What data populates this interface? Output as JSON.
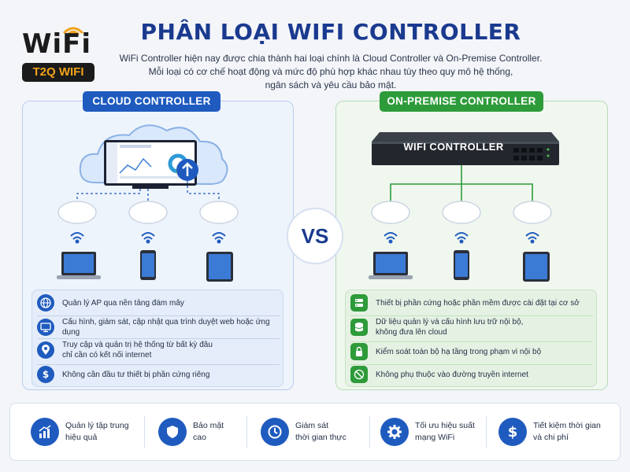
{
  "logo": {
    "top": "WiFi",
    "badge": "T2Q WIFI"
  },
  "title": "PHÂN LOẠI WIFI CONTROLLER",
  "subtitle": {
    "line1": "WiFi Controller hiện nay được chia thành hai loại chính là Cloud Controller và On-Premise Controller.",
    "line2": "Mỗi loại có cơ chế hoạt động và mức độ phù hợp khác nhau tùy theo quy mô hệ thống,",
    "line3": "ngân sách và yêu cầu bảo mật."
  },
  "left": {
    "label": "CLOUD CONTROLLER",
    "features": [
      {
        "icon": "globe-icon",
        "text": "Quản lý AP qua nền tảng đám mây"
      },
      {
        "icon": "monitor-icon",
        "text": "Cấu hình, giám sát, cập nhật qua trình duyệt web hoặc ứng dụng"
      },
      {
        "icon": "location-pin-icon",
        "text1": "Truy cập và quản trị hệ thống từ bất kỳ đâu",
        "text2": "chỉ cần có kết nối internet"
      },
      {
        "icon": "dollar-icon",
        "text": "Không cần đầu tư thiết bị phần cứng riêng"
      }
    ]
  },
  "vs": "VS",
  "right": {
    "label": "ON-PREMISE CONTROLLER",
    "controller_text": "WIFI CONTROLLER",
    "features": [
      {
        "icon": "server-icon",
        "text": "Thiết bị phần cứng hoặc phần mềm được cài đặt tại cơ sở"
      },
      {
        "icon": "database-icon",
        "text1": "Dữ liệu quản lý và cấu hình lưu trữ nội bộ,",
        "text2": "không đưa lên cloud"
      },
      {
        "icon": "lock-icon",
        "text": "Kiểm soát toàn bộ hạ tầng trong phạm vi nội bộ"
      },
      {
        "icon": "no-internet-icon",
        "text": "Không phụ thuộc vào đường truyền internet"
      }
    ]
  },
  "bottom": [
    {
      "icon": "growth-chart-icon",
      "l1": "Quản lý tập trung",
      "l2": "hiệu quả"
    },
    {
      "icon": "shield-icon",
      "l1": "Bảo mật",
      "l2": "cao"
    },
    {
      "icon": "clock-icon",
      "l1": "Giám sát",
      "l2": "thời gian thực"
    },
    {
      "icon": "gear-icon",
      "l1": "Tối ưu hiệu suất",
      "l2": "mạng WiFi"
    },
    {
      "icon": "dollar-icon",
      "l1": "Tiết kiệm thời gian",
      "l2": "và chi phí"
    }
  ],
  "colors": {
    "blue": "#1f5bbf",
    "green": "#2e9b3a",
    "title": "#1a3a8f",
    "logo_accent": "#f0a31c"
  }
}
